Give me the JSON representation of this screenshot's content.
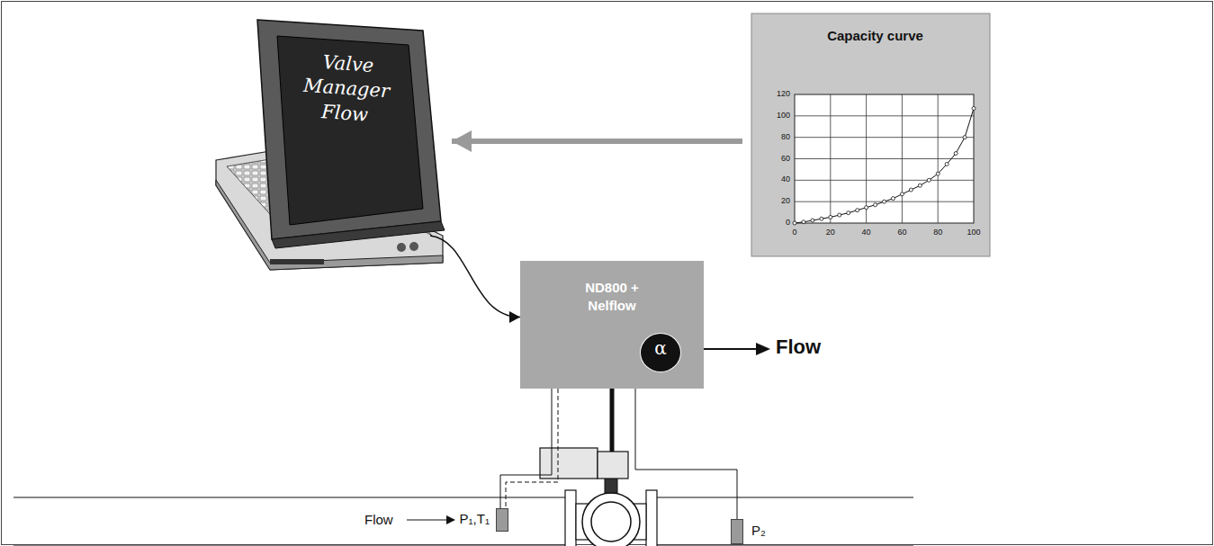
{
  "diagram": {
    "nodes": [
      {
        "text": [
          "Valve Manager Flow"
        ]
      },
      {
        "text": [
          "Capacity curve"
        ]
      },
      {
        "text": [
          "ND800 + Nelflow"
        ]
      },
      {
        "text": [
          "α"
        ],
        "in": 2
      },
      {
        "text": [
          "P₁,T₁"
        ]
      },
      {
        "text": [
          "P₂"
        ]
      }
    ],
    "edges": [
      {
        "from": 1,
        "to": 0,
        "arrow": "to"
      },
      {
        "from": 0,
        "to": 2,
        "arrow": "to"
      },
      {
        "from": 2,
        "to": 4,
        "arrow": "none"
      },
      {
        "from": 2,
        "to": 4,
        "arrow": "none"
      },
      {
        "from": 2,
        "to": 5,
        "arrow": "none"
      }
    ],
    "labels": [
      "Flow",
      "Flow",
      "0",
      "20",
      "40",
      "60",
      "80",
      "100",
      "120",
      "0",
      "20",
      "40",
      "60",
      "80",
      "100"
    ]
  }
}
